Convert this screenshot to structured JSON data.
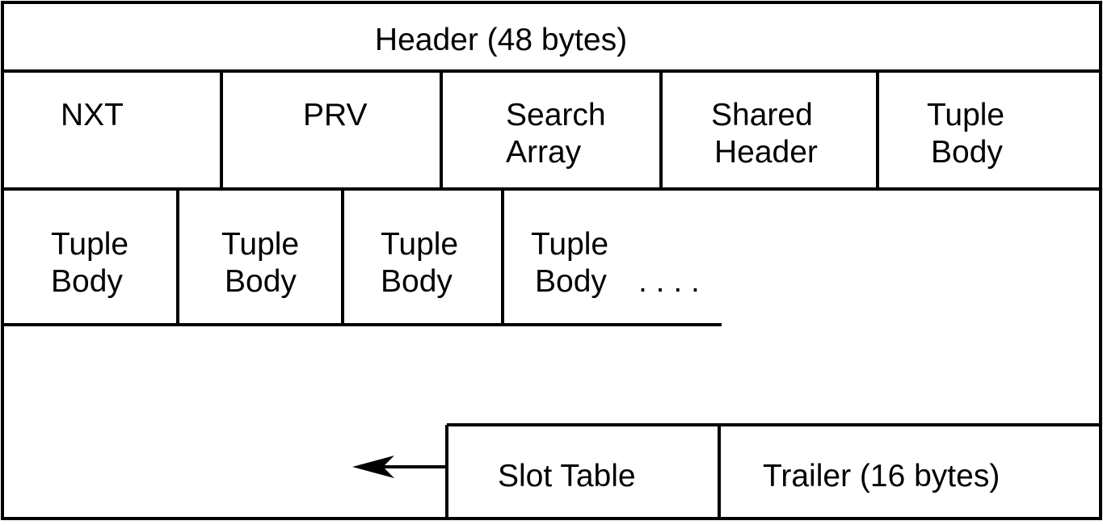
{
  "header": {
    "label": "Header (48 bytes)"
  },
  "row1": {
    "nxt": "NXT",
    "prv": "PRV",
    "search_array": [
      "Search",
      "Array"
    ],
    "shared_header": [
      "Shared",
      "Header"
    ],
    "tuple_body": [
      "Tuple",
      "Body"
    ]
  },
  "row2": {
    "tuples": [
      [
        "Tuple",
        "Body"
      ],
      [
        "Tuple",
        "Body"
      ],
      [
        "Tuple",
        "Body"
      ],
      [
        "Tuple",
        "Body"
      ]
    ],
    "ellipsis": ". . . ."
  },
  "bottom": {
    "slot_table": "Slot Table",
    "trailer": "Trailer (16 bytes)"
  }
}
